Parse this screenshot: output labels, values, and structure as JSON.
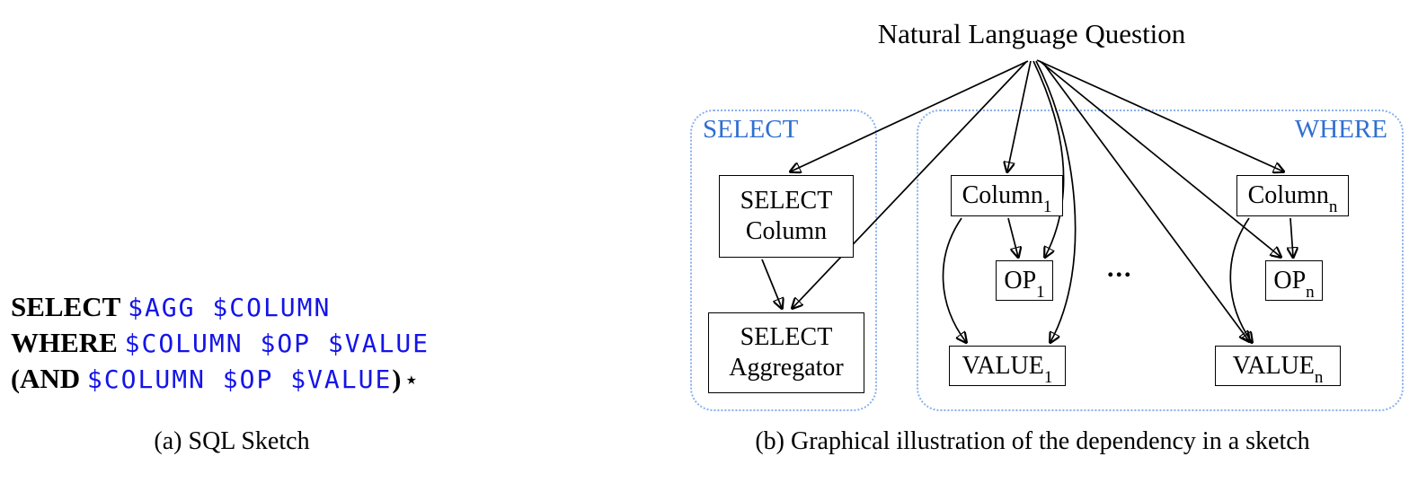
{
  "colors": {
    "token_blue": "#1414e8",
    "group_border": "#8ab0ec",
    "group_label": "#2f6fd0"
  },
  "panel_a": {
    "caption": "(a) SQL Sketch",
    "lines": [
      {
        "keyword": "SELECT",
        "tokens": "$AGG $COLUMN"
      },
      {
        "keyword": "WHERE",
        "tokens": "$COLUMN $OP $VALUE"
      },
      {
        "open": "(",
        "keyword": "AND",
        "tokens": "$COLUMN $OP $VALUE",
        "close": ")",
        "star": "⋆"
      }
    ]
  },
  "panel_b": {
    "caption": "(b) Graphical illustration of the dependency in a sketch",
    "root_label": "Natural Language Question",
    "select_group": {
      "label": "SELECT",
      "nodes": {
        "select_column": {
          "line1": "SELECT",
          "line2": "Column"
        },
        "select_aggregator": {
          "line1": "SELECT",
          "line2": "Aggregator"
        }
      }
    },
    "where_group": {
      "label": "WHERE",
      "ellipsis": "...",
      "nodes": {
        "column_1": {
          "base": "Column",
          "sub": "1"
        },
        "op_1": {
          "base": "OP",
          "sub": "1"
        },
        "value_1": {
          "base": "VALUE",
          "sub": "1"
        },
        "column_n": {
          "base": "Column",
          "sub": "n"
        },
        "op_n": {
          "base": "OP",
          "sub": "n"
        },
        "value_n": {
          "base": "VALUE",
          "sub": "n"
        }
      }
    }
  }
}
